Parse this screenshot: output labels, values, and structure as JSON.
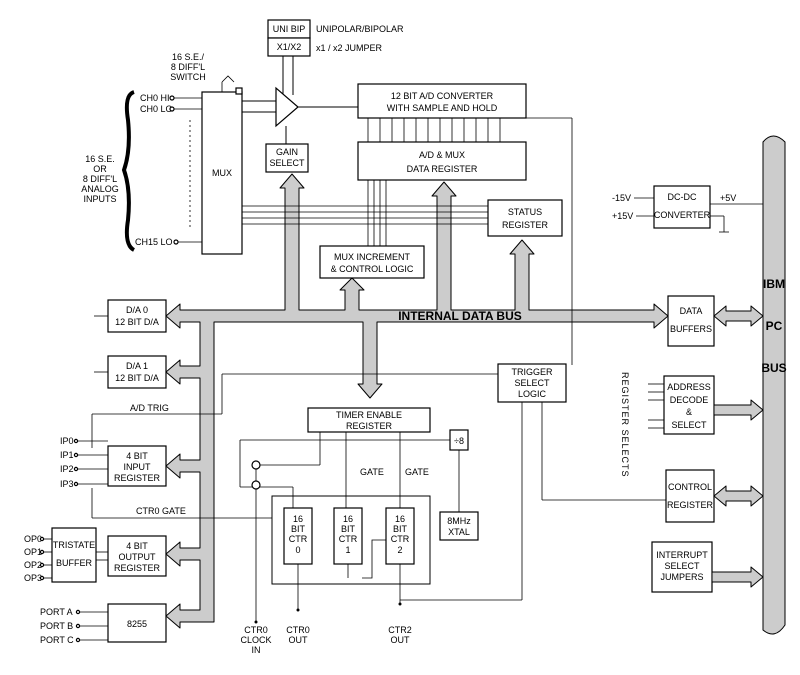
{
  "jumpers": {
    "uni_bip": "UNI BIP",
    "uni_bip_desc": "UNIPOLAR/BIPOLAR",
    "x1x2": "X1/X2",
    "x1x2_desc": "x1 / x2 JUMPER"
  },
  "switch": {
    "line1": "16 S.E./",
    "line2": "8 DIFF'L",
    "line3": "SWITCH"
  },
  "channels": {
    "ch0hi": "CH0 HI",
    "ch0lo": "CH0 LO",
    "ch15lo": "CH15 LO"
  },
  "inputs": {
    "l1": "16 S.E.",
    "l2": "OR",
    "l3": "8 DIFF'L",
    "l4": "ANALOG",
    "l5": "INPUTS"
  },
  "blocks": {
    "mux": "MUX",
    "gain1": "GAIN",
    "gain2": "SELECT",
    "adc1": "12 BIT A/D CONVERTER",
    "adc2": "WITH SAMPLE AND HOLD",
    "adreg1": "A/D & MUX",
    "adreg2": "DATA REGISTER",
    "status1": "STATUS",
    "status2": "REGISTER",
    "muxinc1": "MUX INCREMENT",
    "muxinc2": "& CONTROL LOGIC",
    "dcdc1": "DC-DC",
    "dcdc2": "CONVERTER",
    "m15v": "-15V",
    "p15v": "+15V",
    "p5v": "+5V",
    "da0a": "D/A 0",
    "da0b": "12 BIT D/A",
    "da1a": "D/A 1",
    "da1b": "12 BIT D/A",
    "databuf1": "DATA",
    "databuf2": "BUFFERS",
    "trig1": "TRIGGER",
    "trig2": "SELECT",
    "trig3": "LOGIC",
    "addr1": "ADDRESS",
    "addr2": "DECODE",
    "addr3": "&",
    "addr4": "SELECT",
    "regsel": "REGISTER SELECTS",
    "timer1": "TIMER ENABLE",
    "timer2": "REGISTER",
    "div8": "÷8",
    "gate1": "GATE",
    "gate2": "GATE",
    "ctr_16": "16",
    "ctr_bit": "BIT",
    "ctr_ctr": "CTR",
    "ctr0n": "0",
    "ctr1n": "1",
    "ctr2n": "2",
    "xtal1": "8MHz",
    "xtal2": "XTAL",
    "inreg1": "4 BIT",
    "inreg2": "INPUT",
    "inreg3": "REGISTER",
    "tristate1": "TRISTATE",
    "tristate2": "BUFFER",
    "outreg1": "4 BIT",
    "outreg2": "OUTPUT",
    "outreg3": "REGISTER",
    "ppi": "8255",
    "ctrl1": "CONTROL",
    "ctrl2": "REGISTER",
    "int1": "INTERRUPT",
    "int2": "SELECT",
    "int3": "JUMPERS"
  },
  "signals": {
    "adtrig": "A/D TRIG",
    "ctr0gate": "CTR0 GATE",
    "ip0": "IP0",
    "ip1": "IP1",
    "ip2": "IP2",
    "ip3": "IP3",
    "op0": "OP0",
    "op1": "OP1",
    "op2": "OP2",
    "op3": "OP3",
    "porta": "PORT A",
    "portb": "PORT B",
    "portc": "PORT C",
    "ctr0clk1": "CTR0",
    "ctr0clk2": "CLOCK",
    "ctr0clk3": "IN",
    "ctr0out1": "CTR0",
    "ctr0out2": "OUT",
    "ctr2out1": "CTR2",
    "ctr2out2": "OUT"
  },
  "buses": {
    "internal": "INTERNAL DATA BUS",
    "ibm1": "IBM",
    "ibm2": "PC",
    "ibm3": "BUS"
  }
}
